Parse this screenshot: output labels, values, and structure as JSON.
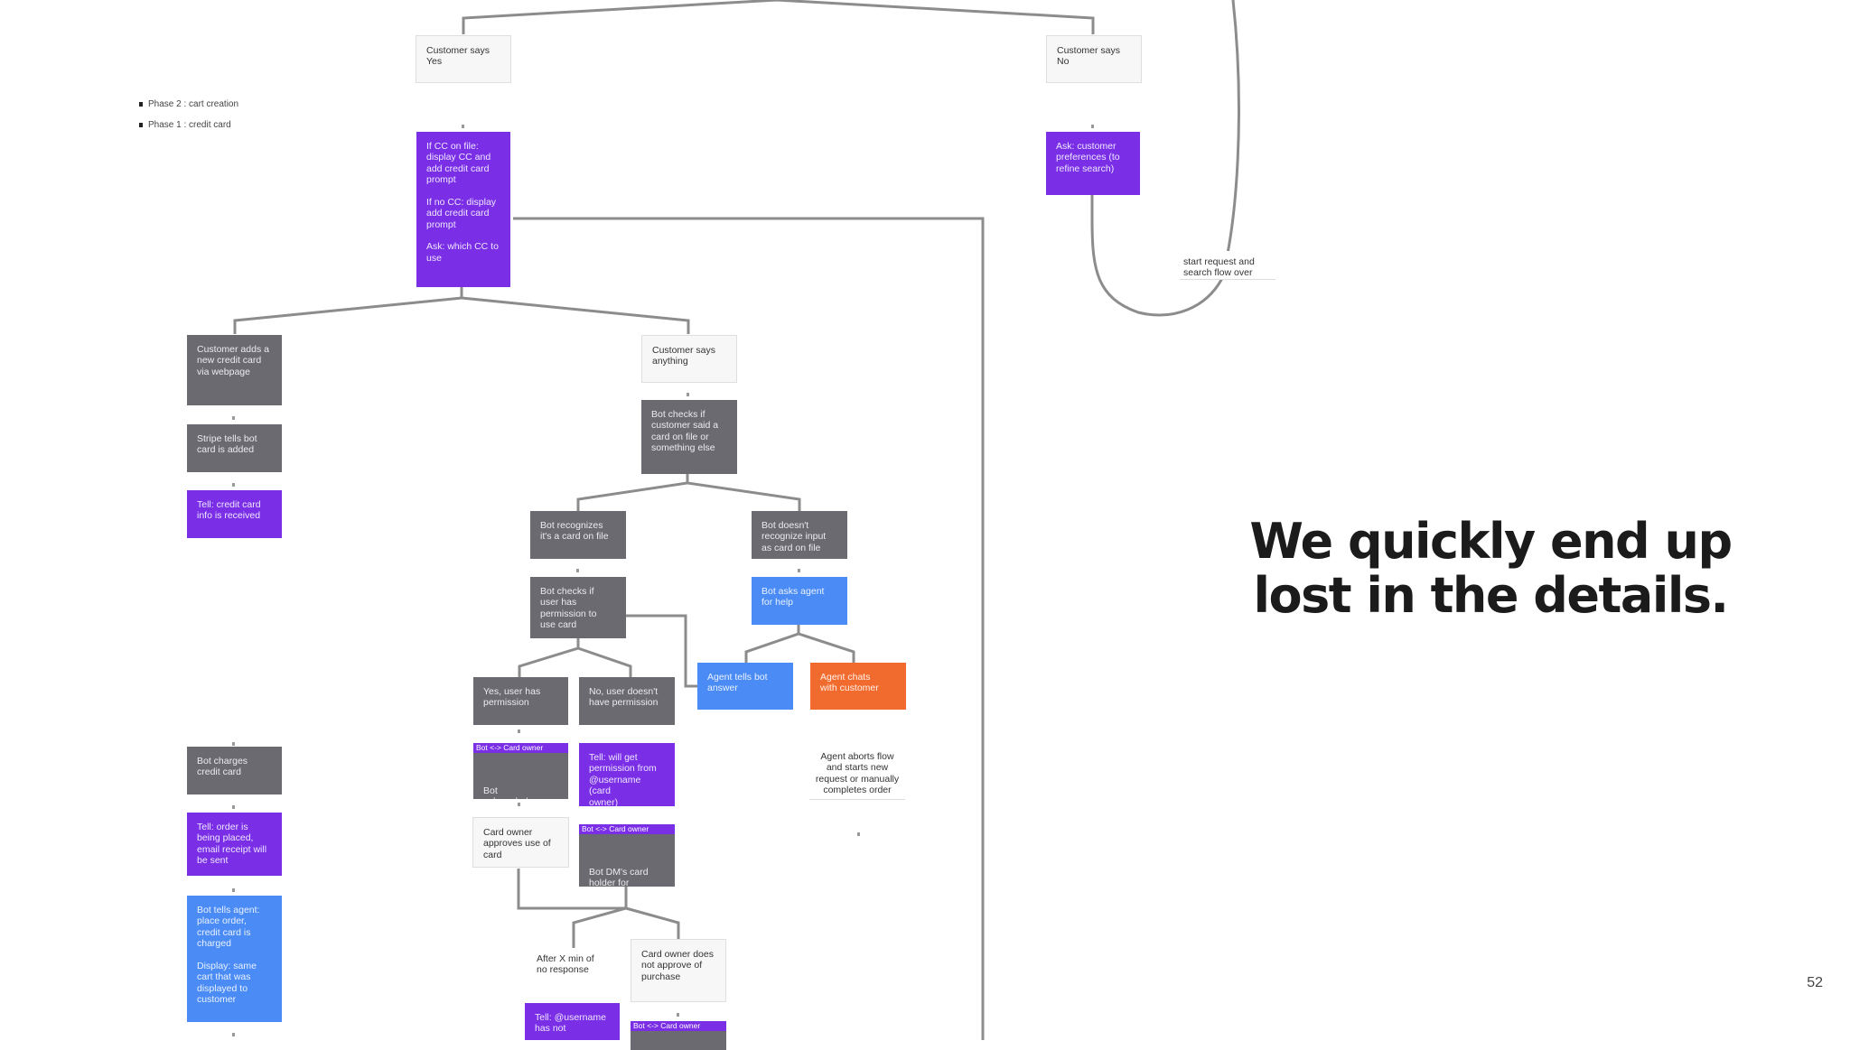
{
  "slide": {
    "headline": "We quickly end up\nlost in the details.",
    "page_number": "52"
  },
  "legend": {
    "phase2": "Phase 2 : cart creation",
    "phase1": "Phase 1 : credit card"
  },
  "colors": {
    "purple": "#7a2fe6",
    "gray": "#6b6a70",
    "blue": "#4a8bf5",
    "orange": "#f26b2e",
    "line": "#8c8c8c"
  },
  "nodes": {
    "customer_says_yes": "Customer says\nYes",
    "customer_says_no": "Customer says\nNo",
    "cc_prompt": "If CC on file:\ndisplay CC and\nadd credit card\nprompt\n\nIf no CC: display\nadd credit card\nprompt\n\nAsk: which CC to\nuse",
    "ask_preferences": "Ask: customer\npreferences (to\nrefine search)",
    "start_over": "start request and\nsearch flow over",
    "adds_new_card": "Customer adds a\nnew credit card\nvia webpage",
    "says_anything": "Customer says\nanything",
    "stripe_tells": "Stripe tells bot\ncard is added",
    "bot_checks_card": "Bot checks if\ncustomer said a\ncard on file or\nsomething else",
    "tell_received": "Tell: credit card\ninfo is received",
    "bot_recognizes": "Bot recognizes\nit's a card on file",
    "bot_doesnt_recognize": "Bot doesn't\nrecognize input\nas card on file",
    "bot_checks_permission": "Bot checks if\nuser has\npermission to\nuse card",
    "bot_asks_agent": "Bot asks agent\nfor help",
    "yes_permission": "Yes, user has\npermission",
    "no_permission": "No, user doesn't\nhave permission",
    "agent_tells_bot": "Agent tells bot\nanswer",
    "agent_chats": "Agent chats\nwith customer",
    "bot_charges": "Bot charges\ncredit card",
    "bot_acknowledges_tag": "Bot <-> Card owner",
    "bot_acknowledges": "Bot\nacknowledges",
    "tell_will_get_permission": "Tell: will get\npermission from\n@username (card\nowner)",
    "agent_aborts": "Agent aborts flow\nand starts new\nrequest or manually\ncompletes order",
    "tell_order_placed": "Tell: order is\nbeing placed,\nemail receipt will\nbe sent",
    "card_owner_approves": "Card owner\napproves use of\ncard",
    "bot_dms_tag": "Bot <-> Card owner",
    "bot_dms": "Bot DM's card\nholder for\npermission.",
    "bot_tells_agent": "Bot tells agent:\nplace order,\ncredit card is\ncharged\n\nDisplay: same\ncart that was\ndisplayed to\ncustomer",
    "after_x_min": "After X min of\nno response",
    "owner_not_approve": "Card owner does\nnot approve of\npurchase",
    "tell_username": "Tell: @username\nhas not",
    "bottom_tag": "Bot <-> Card owner"
  }
}
